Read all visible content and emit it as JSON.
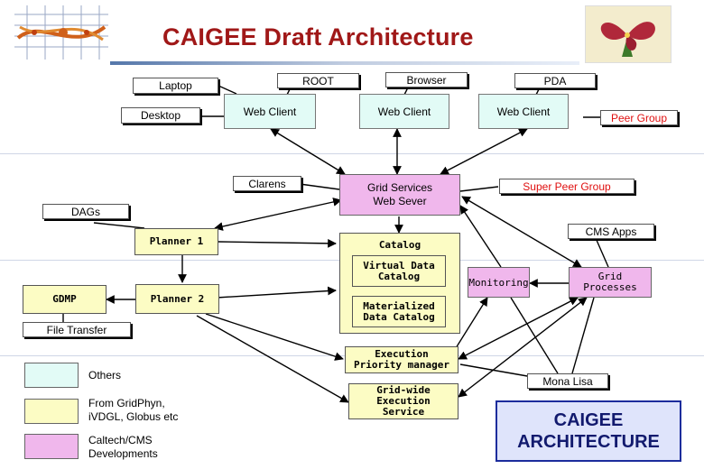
{
  "title": "CAIGEE Draft Architecture",
  "nodes": {
    "web_client_1": "Web Client",
    "web_client_2": "Web Client",
    "web_client_3": "Web Client",
    "grid_services_1": "Grid Services",
    "grid_services_2": "Web Sever",
    "planner_1": "Planner 1",
    "planner_2": "Planner 2",
    "gdmp": "GDMP",
    "catalog": "Catalog",
    "virtual_catalog_1": "Virtual Data",
    "virtual_catalog_2": "Catalog",
    "materialized_catalog_1": "Materialized",
    "materialized_catalog_2": "Data Catalog",
    "monitoring": "Monitoring",
    "grid_processes_1": "Grid",
    "grid_processes_2": "Processes",
    "execution_priority_1": "Execution",
    "execution_priority_2": "Priority manager",
    "grid_wide_1": "Grid-wide",
    "grid_wide_2": "Execution",
    "grid_wide_3": "Service"
  },
  "labels": {
    "laptop": "Laptop",
    "desktop": "Desktop",
    "root": "ROOT",
    "browser": "Browser",
    "pda": "PDA",
    "peer_group": "Peer Group",
    "clarens": "Clarens",
    "super_peer_group": "Super Peer Group",
    "dags": "DAGs",
    "cms_apps": "CMS Apps",
    "file_transfer": "File Transfer",
    "mona_lisa": "Mona Lisa"
  },
  "legend": [
    {
      "text": [
        "Others"
      ],
      "color": "#e2fbf6"
    },
    {
      "text": [
        "From GridPhyn,",
        "iVDGL, Globus etc"
      ],
      "color": "#fcfcc4"
    },
    {
      "text": [
        "Caltech/CMS",
        "Developments"
      ],
      "color": "#f0b7ec"
    }
  ],
  "caigee_box": {
    "line1": "CAIGEE",
    "line2": "ARCHITECTURE"
  },
  "colors": {
    "others": "#e2fbf6",
    "gridphyn": "#fcfcc4",
    "caltech": "#f0b7ec",
    "title": "#a01818",
    "peer_label": "#e01010",
    "caigee_border": "#1c2c9c"
  }
}
